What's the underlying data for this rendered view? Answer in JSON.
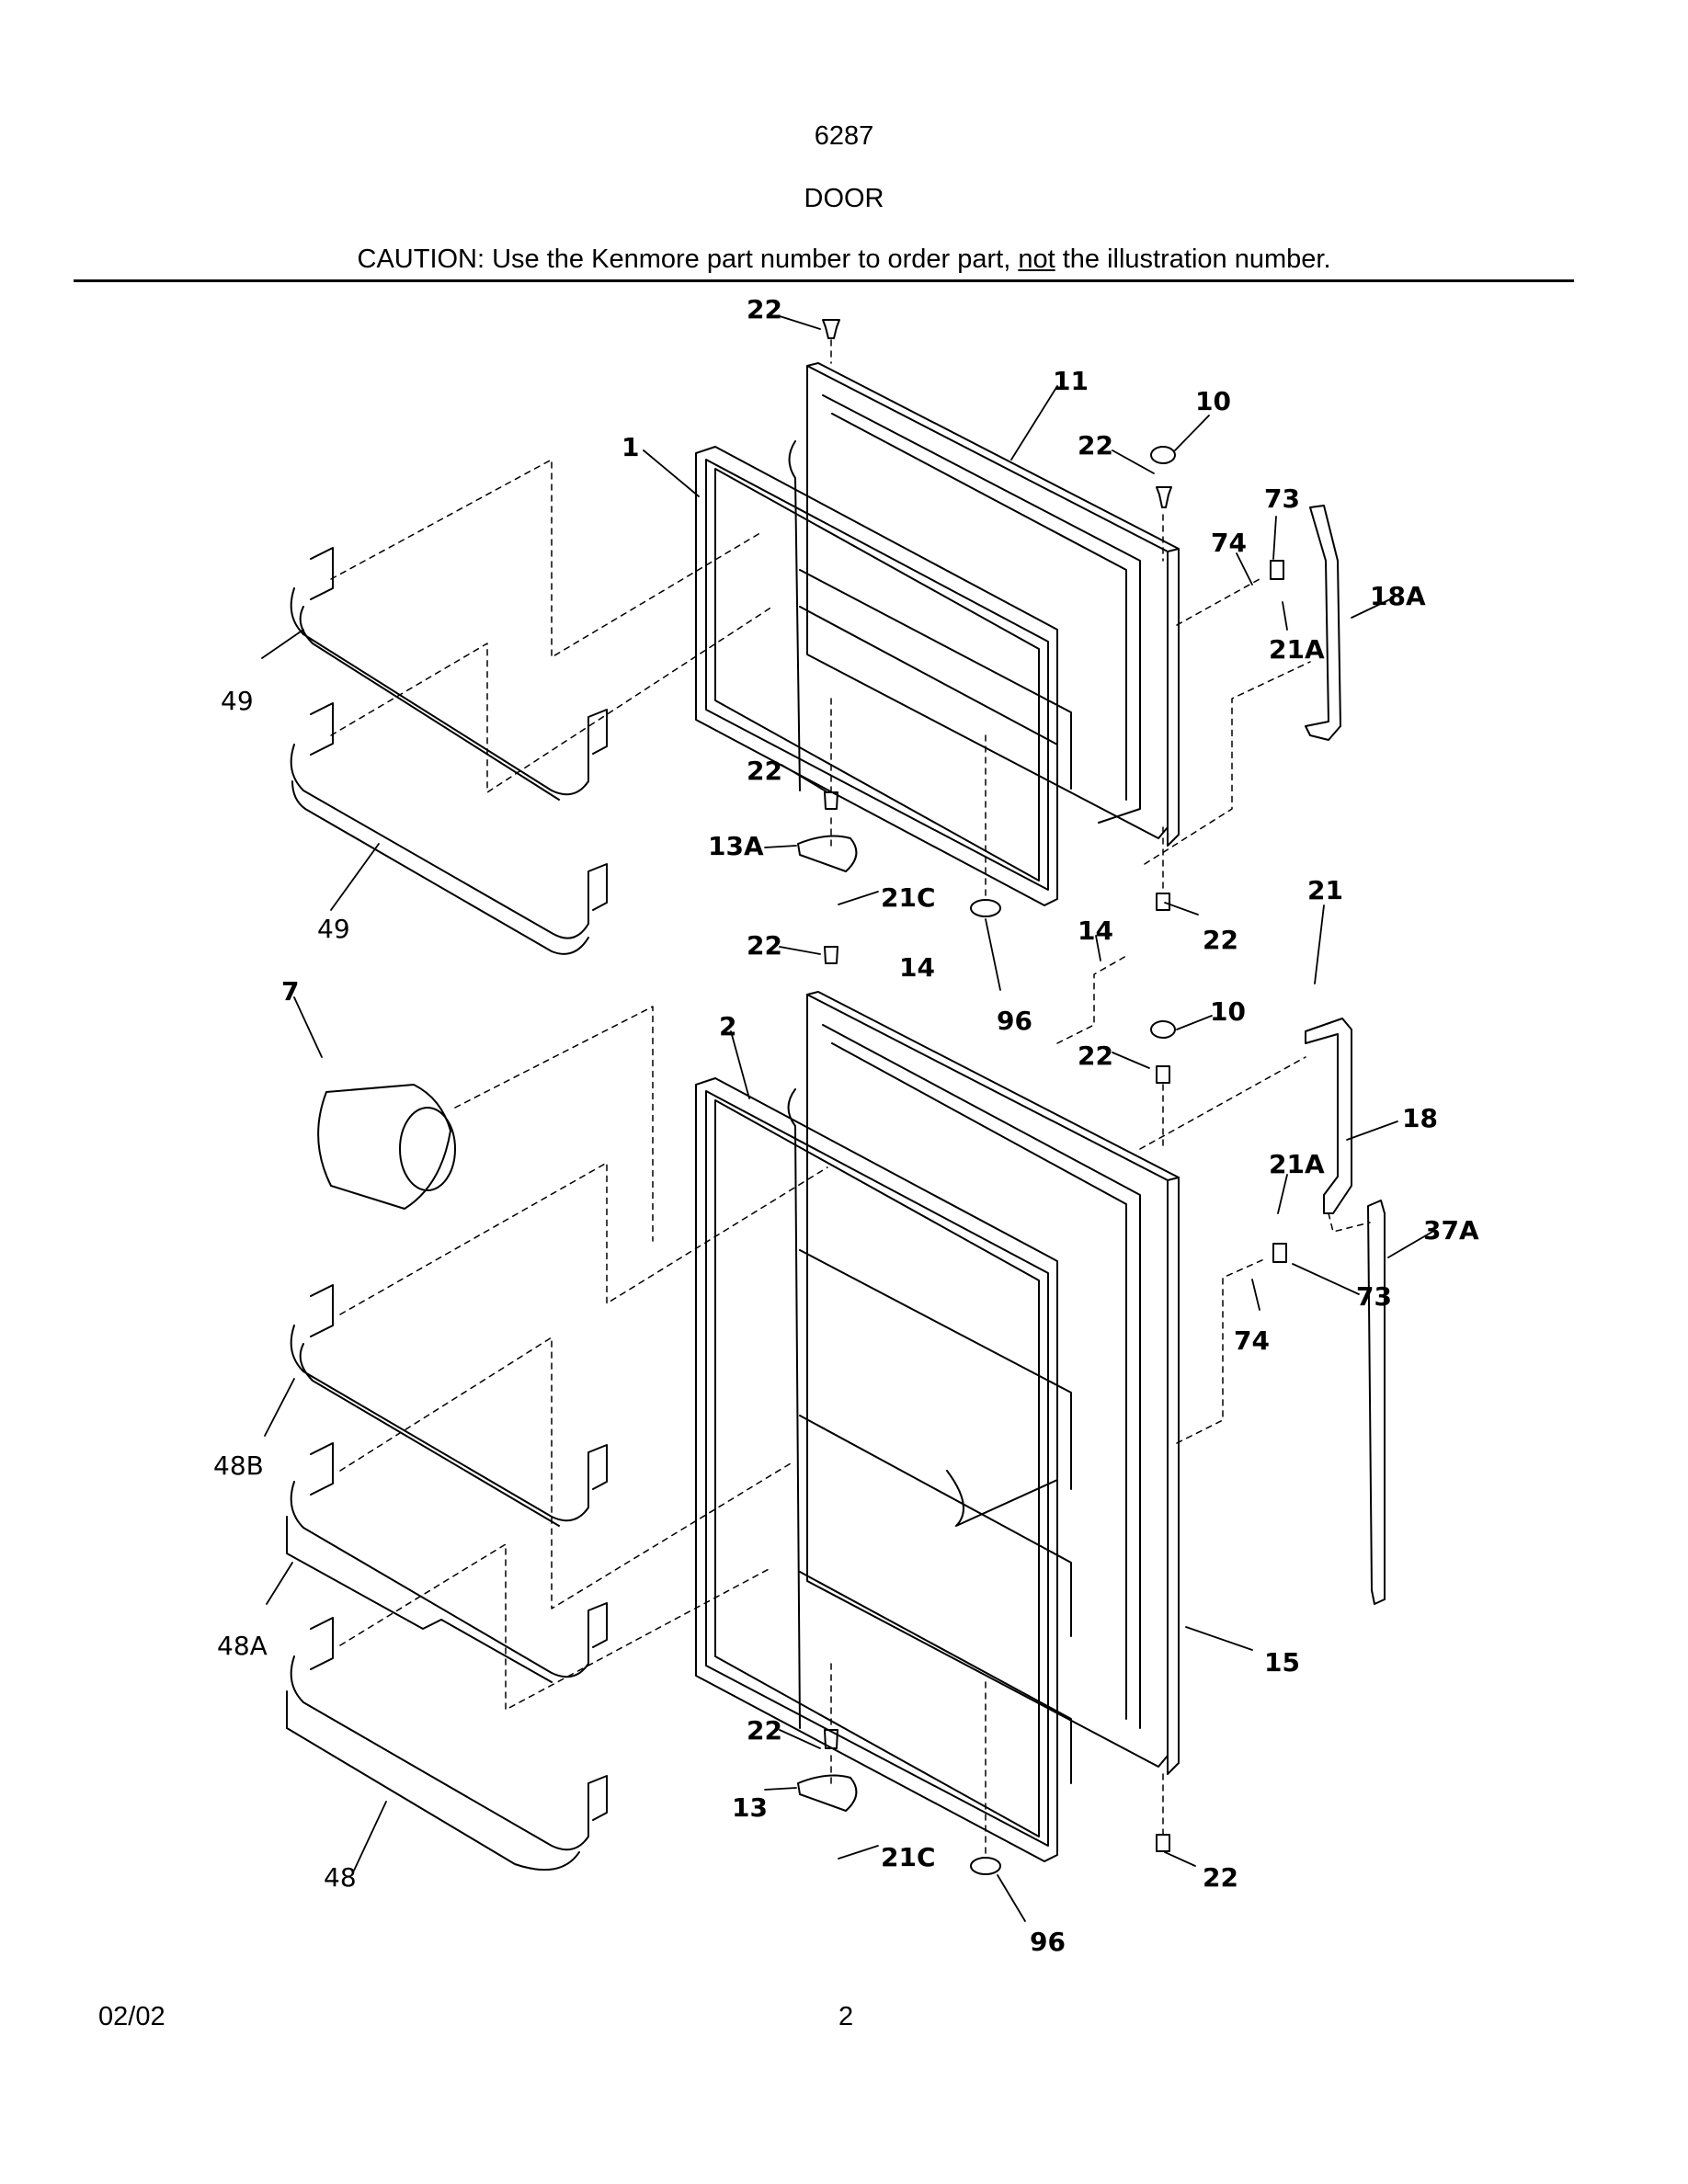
{
  "header": {
    "model": "6287",
    "section": "DOOR",
    "caution_before": "CAUTION: Use the Kenmore part number to order part, ",
    "caution_underlined": "not",
    "caution_after": " the illustration number."
  },
  "footer": {
    "date": "02/02",
    "page": "2"
  },
  "callouts": {
    "c22a": "22",
    "c11": "11",
    "c10a": "10",
    "c1": "1",
    "c22b": "22",
    "c73a": "73",
    "c74a": "74",
    "c18a": "18A",
    "c21aa": "21A",
    "c49a": "49",
    "c49b": "49",
    "c22c": "22",
    "c13a": "13A",
    "c21ca": "21C",
    "c21": "21",
    "c22d": "22",
    "c14a": "14",
    "c22e": "22",
    "c14b": "14",
    "c96a": "96",
    "c7": "7",
    "c2": "2",
    "c10b": "10",
    "c22f": "22",
    "c18": "18",
    "c21ab": "21A",
    "c37a": "37A",
    "c73b": "73",
    "c74b": "74",
    "c48b": "48B",
    "c48a": "48A",
    "c15": "15",
    "c22g": "22",
    "c13": "13",
    "c21cb": "21C",
    "c22h": "22",
    "c48": "48",
    "c96b": "96"
  }
}
